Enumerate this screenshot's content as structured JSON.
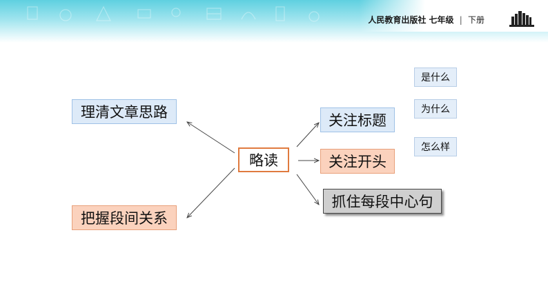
{
  "header": {
    "publisher": "人民教育出版社",
    "grade": "七年级",
    "separator": "|",
    "volume": "下册",
    "logo_icon": "books-icon"
  },
  "mindmap": {
    "center": "略读",
    "left": [
      {
        "label": "理清文章思路",
        "color": "#ddeaf8"
      },
      {
        "label": "把握段间关系",
        "color": "#fbd2bd"
      }
    ],
    "right": [
      {
        "label": "关注标题",
        "color": "#ddeaf8"
      },
      {
        "label": "关注开头",
        "color": "#fbd2bd"
      },
      {
        "label": "抓住每段中心句",
        "color": "#cfcfcf"
      }
    ],
    "questions": [
      "是什么",
      "为什么",
      "怎么样"
    ]
  }
}
